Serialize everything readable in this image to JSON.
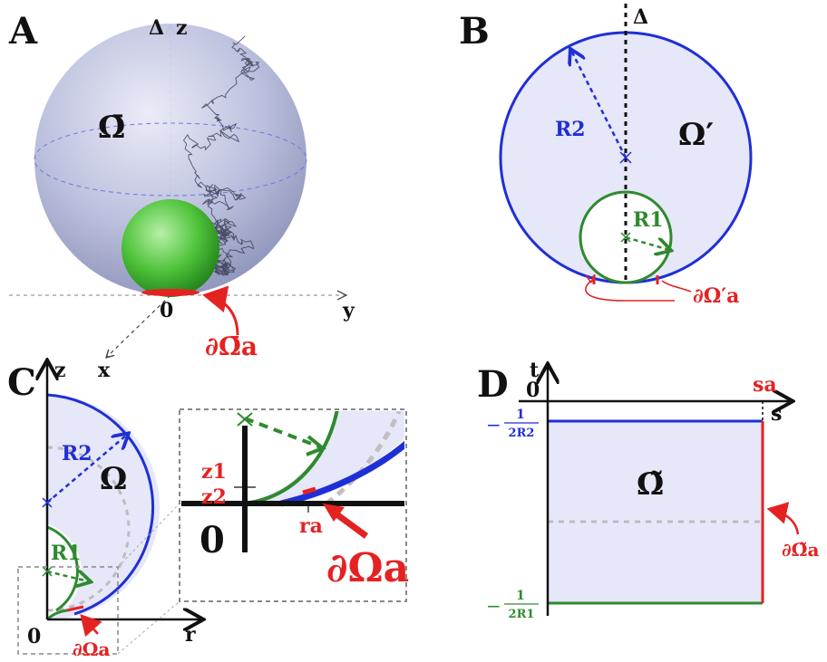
{
  "panels": {
    "A": {
      "letter": "A",
      "domain_label": "Ω̄",
      "axis_delta": "Δ",
      "axis_z": "z",
      "axis_y": "y",
      "axis_x": "x",
      "origin": "0",
      "boundary_label": "∂Ω̄a"
    },
    "B": {
      "letter": "B",
      "axis_delta": "Δ",
      "big_radius": "R2",
      "small_radius": "R1",
      "domain_label": "Ω′",
      "boundary_label": "∂Ω′a"
    },
    "C": {
      "letter": "C",
      "axis_z": "z",
      "axis_r": "r",
      "origin": "0",
      "big_radius": "R2",
      "small_radius": "R1",
      "domain_label": "Ω",
      "boundary_label": "∂Ωa",
      "inset": {
        "z1": "z1",
        "z2": "z2",
        "ra": "ra",
        "origin": "0",
        "boundary_label": "∂Ωa"
      }
    },
    "D": {
      "letter": "D",
      "axis_t": "t",
      "axis_s": "s",
      "origin": "0",
      "sa": "sa",
      "top_tick_num": "1",
      "top_tick_den": "2R2",
      "bottom_tick_num": "1",
      "bottom_tick_den": "2R1",
      "minus": "−",
      "domain_label": "Ω̃",
      "boundary_label": "∂Ω̃a"
    }
  },
  "colors": {
    "outer": "#1f2fd6",
    "inner": "#2e8a2e",
    "absorbing": "#e52222",
    "fill": "#e6e7f8"
  }
}
